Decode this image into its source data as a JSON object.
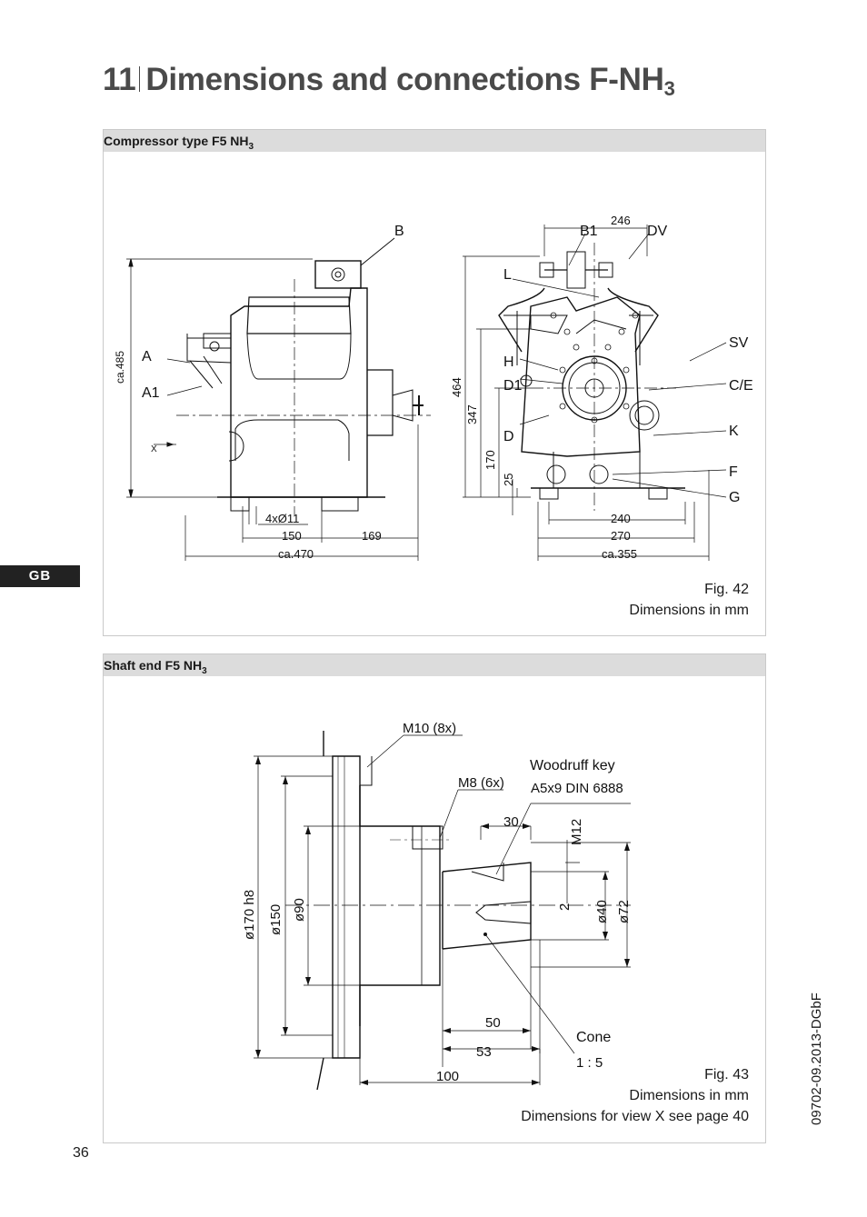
{
  "header": {
    "number": "11",
    "title": "Dimensions and connections F-NH",
    "title_sub": "3"
  },
  "sidebar_tag": "GB",
  "page_number": "36",
  "doc_id": "09702-09.2013-DGbF",
  "panel1": {
    "heading": "Compressor type F5 NH",
    "heading_sub": "3",
    "fig_label": "Fig. 42",
    "fig_note": "Dimensions in mm",
    "labels": {
      "B": "B",
      "A": "A",
      "A1": "A1",
      "X": "X",
      "B1": "B1",
      "DV": "DV",
      "L": "L",
      "SV": "SV",
      "H": "H",
      "D1": "D1",
      "CE": "C/E",
      "D": "D",
      "K": "K",
      "F": "F",
      "G": "G"
    },
    "dims": {
      "ca485": "ca.485",
      "hole": "4xØ11",
      "d150": "150",
      "d169": "169",
      "ca470": "ca.470",
      "d246": "246",
      "d464": "464",
      "d347": "347",
      "d170": "170",
      "d25": "25",
      "d240": "240",
      "d270": "270",
      "ca355": "ca.355"
    }
  },
  "panel2": {
    "heading": "Shaft end F5 NH",
    "heading_sub": "3",
    "fig_label": "Fig. 43",
    "fig_note": "Dimensions in mm",
    "fig_note2": "Dimensions for view X see page 40",
    "labels": {
      "m10": "M10 (8x)",
      "m8": "M8 (6x)",
      "woodruff": "Woodruff key",
      "woodruff_spec": "A5x9 DIN 6888",
      "d30": "30",
      "m12": "M12",
      "d2": "2",
      "phi40": "ø40",
      "phi72": "ø72",
      "phi170": "ø170 h8",
      "phi150": "ø150",
      "phi90": "ø90",
      "d50": "50",
      "d53": "53",
      "d100": "100",
      "cone": "Cone",
      "cone_ratio": "1 : 5"
    }
  }
}
